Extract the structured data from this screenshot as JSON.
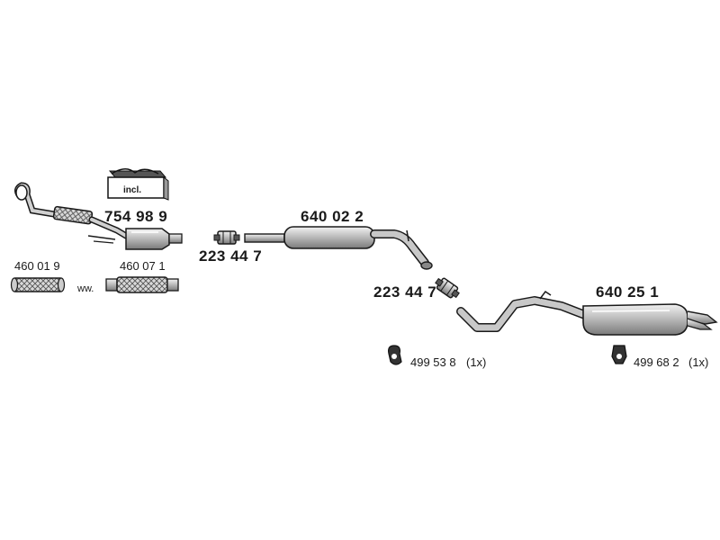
{
  "parts": {
    "p754989": "754 98 9",
    "p640022": "640 02 2",
    "p223447a": "223 44 7",
    "p223447b": "223 44 7",
    "p640251": "640 25 1",
    "p460019": "460 01 9",
    "p460071": "460 07 1",
    "ww": "ww.",
    "incl": "incl.",
    "h499538": "499 53 8",
    "h499538_qty": "(1x)",
    "h499682": "499 68 2",
    "h499682_qty": "(1x)"
  },
  "colors": {
    "line": "#1a1a1a",
    "pipe_fill": "#c8c8c8",
    "shade": "#777777"
  }
}
